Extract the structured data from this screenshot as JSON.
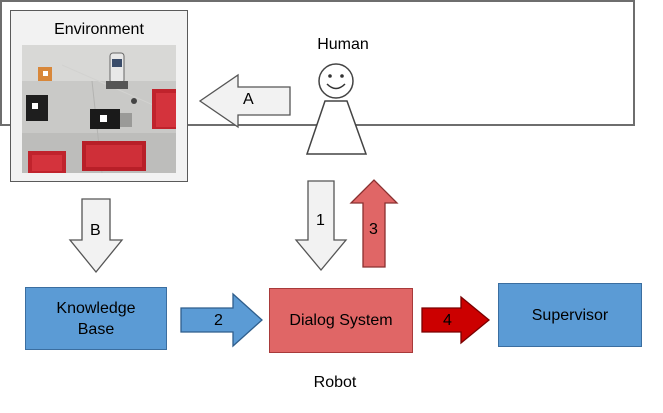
{
  "environment": {
    "title": "Environment",
    "photo_alt": "top-down camera view of a room with red sofas, boxes and a robot"
  },
  "human": {
    "label": "Human"
  },
  "robot": {
    "label": "Robot"
  },
  "blocks": {
    "knowledge_base": {
      "line1": "Knowledge",
      "line2": "Base",
      "color": "#5b9bd5"
    },
    "dialog_system": {
      "label": "Dialog System",
      "color": "#e06666"
    },
    "supervisor": {
      "label": "Supervisor",
      "color": "#5b9bd5"
    }
  },
  "arrows": {
    "a": {
      "label": "A",
      "color": "#f2f2f2"
    },
    "b": {
      "label": "B",
      "color": "#f2f2f2"
    },
    "one": {
      "label": "1",
      "color": "#f2f2f2"
    },
    "two": {
      "label": "2",
      "color": "#5b9bd5"
    },
    "three": {
      "label": "3",
      "color": "#e06666"
    },
    "four": {
      "label": "4",
      "color": "#cc0000"
    }
  },
  "icons": {
    "human": "smiley-person-icon",
    "photo": "environment-photo"
  }
}
